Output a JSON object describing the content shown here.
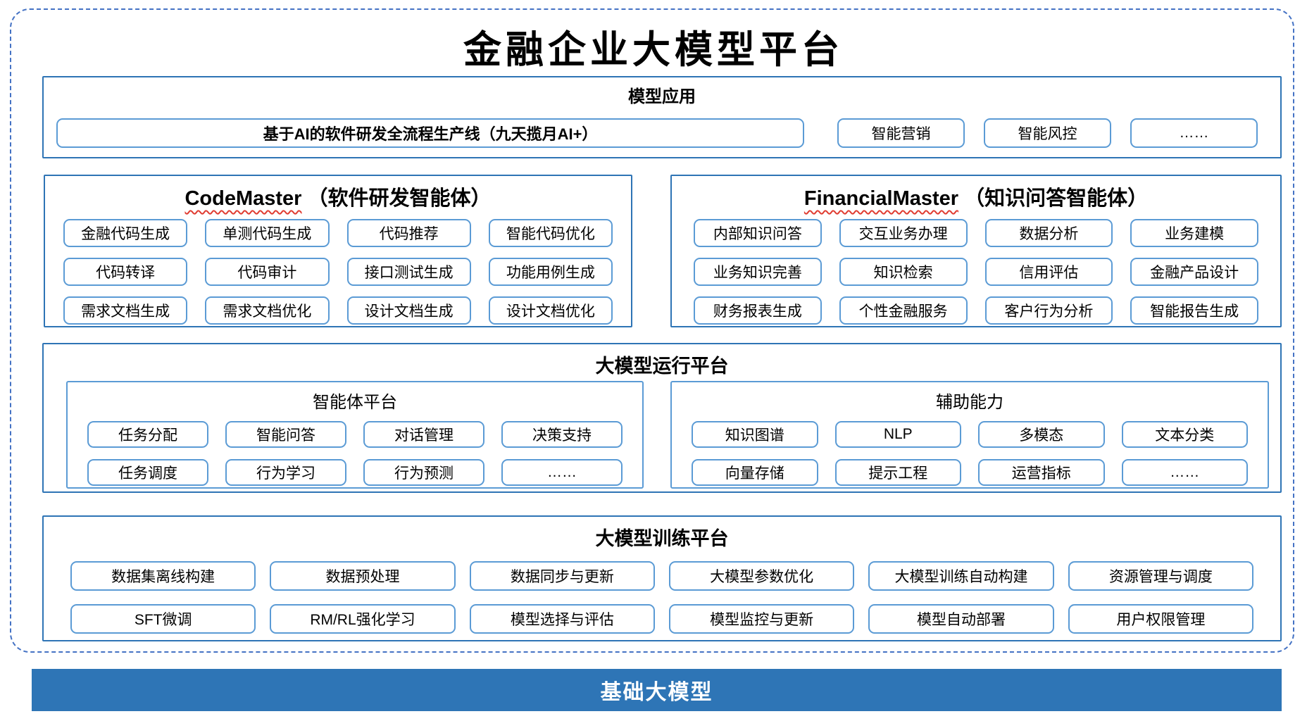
{
  "title": "金融企业大模型平台",
  "colors": {
    "section_border": "#2E74B5",
    "node_border": "#5B9BD5",
    "outer_dashed_border": "#4472C4",
    "base_bar_bg": "#2E75B6",
    "base_bar_text": "#FFFFFF",
    "squiggle": "#E03C31"
  },
  "model_app": {
    "header": "模型应用",
    "wide_button": "基于AI的软件研发全流程生产线（九天揽月AI+）",
    "buttons": [
      "智能营销",
      "智能风控",
      "……"
    ]
  },
  "agents": [
    {
      "name_en": "CodeMaster",
      "name_cn": "（软件研发智能体）",
      "rows": [
        [
          "金融代码生成",
          "单测代码生成",
          "代码推荐",
          "智能代码优化"
        ],
        [
          "代码转译",
          "代码审计",
          "接口测试生成",
          "功能用例生成"
        ],
        [
          "需求文档生成",
          "需求文档优化",
          "设计文档生成",
          "设计文档优化"
        ]
      ]
    },
    {
      "name_en": "FinancialMaster",
      "name_cn": "（知识问答智能体）",
      "rows": [
        [
          "内部知识问答",
          "交互业务办理",
          "数据分析",
          "业务建模"
        ],
        [
          "业务知识完善",
          "知识检索",
          "信用评估",
          "金融产品设计"
        ],
        [
          "财务报表生成",
          "个性金融服务",
          "客户行为分析",
          "智能报告生成"
        ]
      ]
    }
  ],
  "runtime": {
    "header": "大模型运行平台",
    "subsections": [
      {
        "header": "智能体平台",
        "rows": [
          [
            "任务分配",
            "智能问答",
            "对话管理",
            "决策支持"
          ],
          [
            "任务调度",
            "行为学习",
            "行为预测",
            "……"
          ]
        ]
      },
      {
        "header": "辅助能力",
        "rows": [
          [
            "知识图谱",
            "NLP",
            "多模态",
            "文本分类"
          ],
          [
            "向量存储",
            "提示工程",
            "运营指标",
            "……"
          ]
        ]
      }
    ]
  },
  "training": {
    "header": "大模型训练平台",
    "rows": [
      [
        "数据集离线构建",
        "数据预处理",
        "数据同步与更新",
        "大模型参数优化",
        "大模型训练自动构建",
        "资源管理与调度"
      ],
      [
        "SFT微调",
        "RM/RL强化学习",
        "模型选择与评估",
        "模型监控与更新",
        "模型自动部署",
        "用户权限管理"
      ]
    ]
  },
  "base_bar": {
    "label": "基础大模型"
  }
}
